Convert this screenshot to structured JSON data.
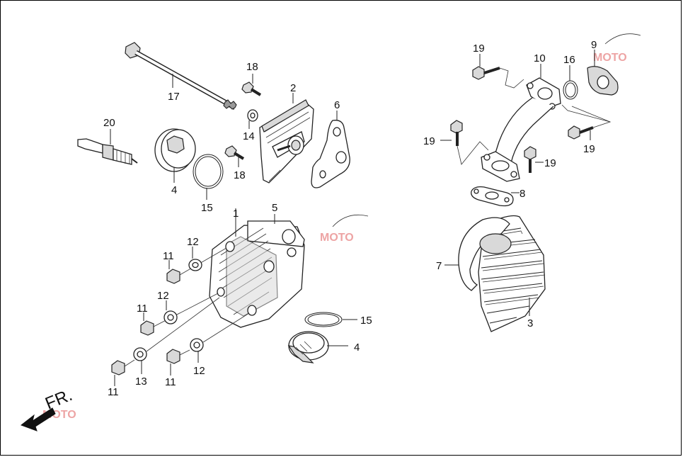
{
  "diagram": {
    "orientation_label": "FR.",
    "watermark": "MOTO",
    "callouts": {
      "c1": "1",
      "c2": "2",
      "c3": "3",
      "c4a": "4",
      "c4b": "4",
      "c5": "5",
      "c6": "6",
      "c7": "7",
      "c8": "8",
      "c9": "9",
      "c10": "10",
      "c11a": "11",
      "c11b": "11",
      "c11c": "11",
      "c11d": "11",
      "c12a": "12",
      "c12b": "12",
      "c12c": "12",
      "c13": "13",
      "c14": "14",
      "c15a": "15",
      "c15b": "15",
      "c16": "16",
      "c17": "17",
      "c18a": "18",
      "c18b": "18",
      "c19a": "19",
      "c19b": "19",
      "c19c": "19",
      "c19d": "19",
      "c20": "20"
    }
  }
}
